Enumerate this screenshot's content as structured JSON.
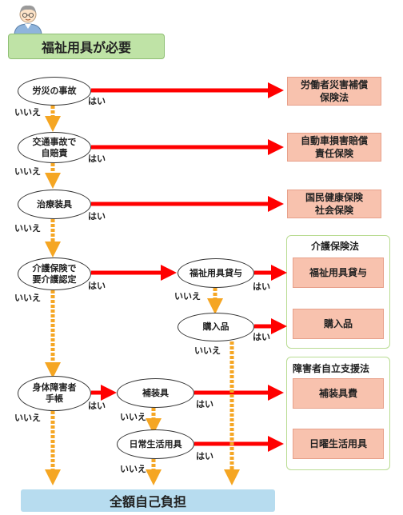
{
  "title": "福祉用具が必要",
  "nodes": {
    "rousai": "労災の事故",
    "koutsuu": "交通事故で\n自賠責",
    "chiryou": "治療装具",
    "kaigo": "介護保険で\n要介護認定",
    "fukushi_taiyo": "福祉用具貸与",
    "kounyu": "購入品",
    "shintai": "身体障害者\n手帳",
    "hosougu": "補装具",
    "nichijou": "日常生活用具"
  },
  "outcomes": {
    "rousai": "労働者災害補償\n保険法",
    "jibaiseki": "自動車損害賠償\n責任保険",
    "kokumin": "国民健康保険\n社会保険",
    "fukushi_taiyo": "福祉用具貸与",
    "kounyu": "購入品",
    "hosougu_hi": "補装具費",
    "nichiyou": "日曜生活用具"
  },
  "groups": {
    "kaigo_title": "介護保険法",
    "shougai_title": "障害者自立支援法"
  },
  "labels": {
    "yes": "はい",
    "no": "いいえ"
  },
  "bottom": "全額自己負担",
  "colors": {
    "yes_arrow": "#ff0000",
    "no_arrow": "#f5a623",
    "outcome_fill": "#f8c2ae",
    "group_border": "#b9dc93",
    "title_fill": "#bfe3a6",
    "bottom_fill": "#b7dcef"
  }
}
